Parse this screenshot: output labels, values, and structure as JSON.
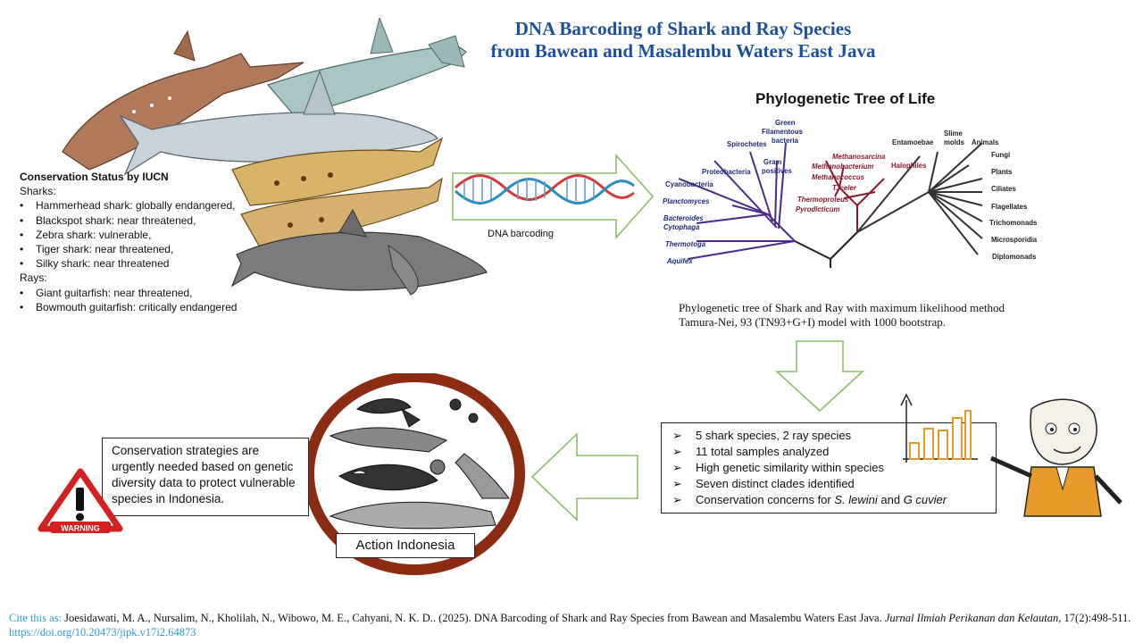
{
  "title": {
    "line1": "DNA Barcoding of Shark and Ray Species",
    "line2": "from Bawean and Masalembu Waters East Java"
  },
  "conservation": {
    "heading": "Conservation Status by IUCN",
    "sharks_label": "Sharks:",
    "sharks": [
      "Hammerhead shark: globally endangered,",
      "Blackspot shark: near threatened,",
      "Zebra shark: vulnerable,",
      "Tiger shark: near threatened,",
      "Silky shark: near threatened"
    ],
    "rays_label": "Rays:",
    "rays": [
      "Giant guitarfish: near threatened,",
      "Bowmouth guitarfish: critically endangered"
    ],
    "bullet": "•"
  },
  "dna_label": "DNA barcoding",
  "tree": {
    "title": "Phylogenetic Tree of Life",
    "taxa_blue": [
      "Green",
      "Filamentous",
      "bacteria",
      "Spirochetes",
      "Gram",
      "positives",
      "Proteobacteria",
      "Cyanobacteria",
      "Planctomyces",
      "Bacteroides",
      "Cytophaga",
      "Thermotoga",
      "Aquifex"
    ],
    "taxa_red": [
      "Methanosarcina",
      "Methanobacterium",
      "Methanococcus",
      "T. celer",
      "Thermoproteus",
      "Pyrodicticum",
      "Halophiles"
    ],
    "taxa_dark": [
      "Entamoebae",
      "Slime",
      "molds",
      "Animals",
      "Fungi",
      "Plants",
      "Ciliates",
      "Flagellates",
      "Trichomonads",
      "Microsporidia",
      "Diplomonads"
    ],
    "caption_line1": "Phylogenetic tree of  Shark and Ray with maximum likelihood method",
    "caption_line2": "Tamura-Nei, 93 (TN93+G+I) model with 1000 bootstrap."
  },
  "findings": {
    "marker": "➢",
    "items": [
      {
        "text": "5 shark species, 2 ray species"
      },
      {
        "text": "11 total samples analyzed"
      },
      {
        "text": "High genetic similarity within species"
      },
      {
        "text": "Seven distinct clades identified"
      },
      {
        "pre": "Conservation concerns for ",
        "it1": "S. lewini",
        "mid": " and ",
        "it2": "G cuvier"
      }
    ]
  },
  "strategy": "Conservation strategies are urgently needed based on genetic diversity data to protect vulnerable species in Indonesia.",
  "warning_label": "WARNING",
  "action_label": "Action Indonesia",
  "citation": {
    "label": "Cite this as:",
    "text": " Joesidawati, M. A., Nursalim, N., Kholilah, N., Wibowo, M. E., Cahyani, N. K. D.. (2025). DNA Barcoding of Shark and Ray Species from Bawean and Masalembu Waters East Java. ",
    "journal": "Jurnal Ilmiah Perikanan dan Kelautan",
    "volume": ", 17(2):498-511. ",
    "doi": "https://doi.org/10.20473/jipk.v17i2.64873"
  },
  "colors": {
    "title": "#1f4e9c",
    "arrow_outline": "#8cc06a",
    "circle_ring": "#8b2c12",
    "warning_red": "#d32020",
    "bar_orange": "#e59a2a",
    "link_blue": "#2e9bd6"
  }
}
